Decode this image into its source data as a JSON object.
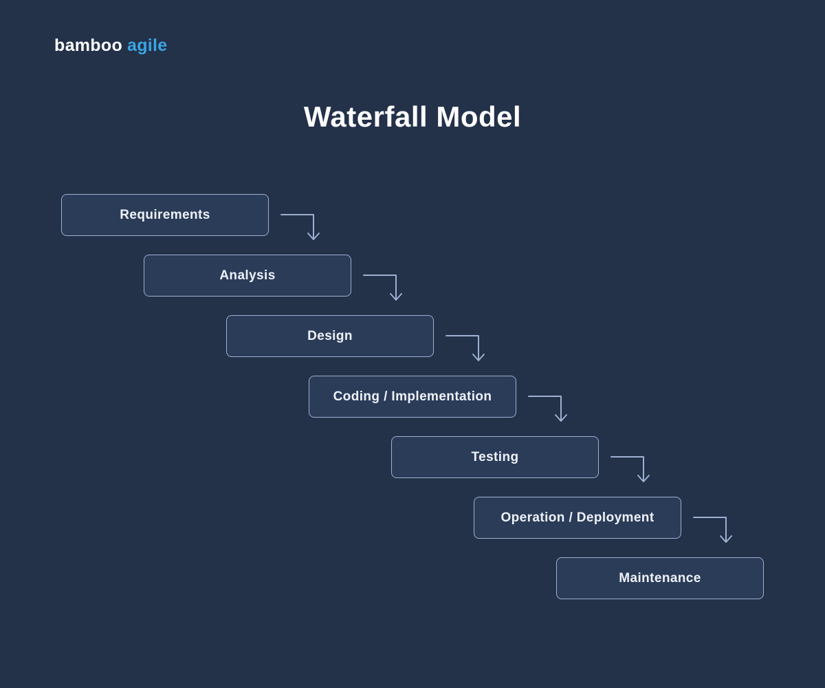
{
  "logo": {
    "bamboo": "bamboo",
    "agile": "agile"
  },
  "title": "Waterfall Model",
  "steps": [
    {
      "label": "Requirements"
    },
    {
      "label": "Analysis"
    },
    {
      "label": "Design"
    },
    {
      "label": "Coding / Implementation"
    },
    {
      "label": "Testing"
    },
    {
      "label": "Operation / Deployment"
    },
    {
      "label": "Maintenance"
    }
  ],
  "flow": {
    "direction": "top-left to bottom-right cascade",
    "connector": "right-angle arrow down to next step"
  },
  "colors": {
    "background": "#233149",
    "box_fill": "#2b3c59",
    "box_border": "#9eb1d2",
    "arrow": "#9eb1d2",
    "title_text": "#ffffff",
    "box_text": "#eef2f8",
    "logo_bamboo": "#ffffff",
    "logo_agile": "#3aa5e3"
  }
}
